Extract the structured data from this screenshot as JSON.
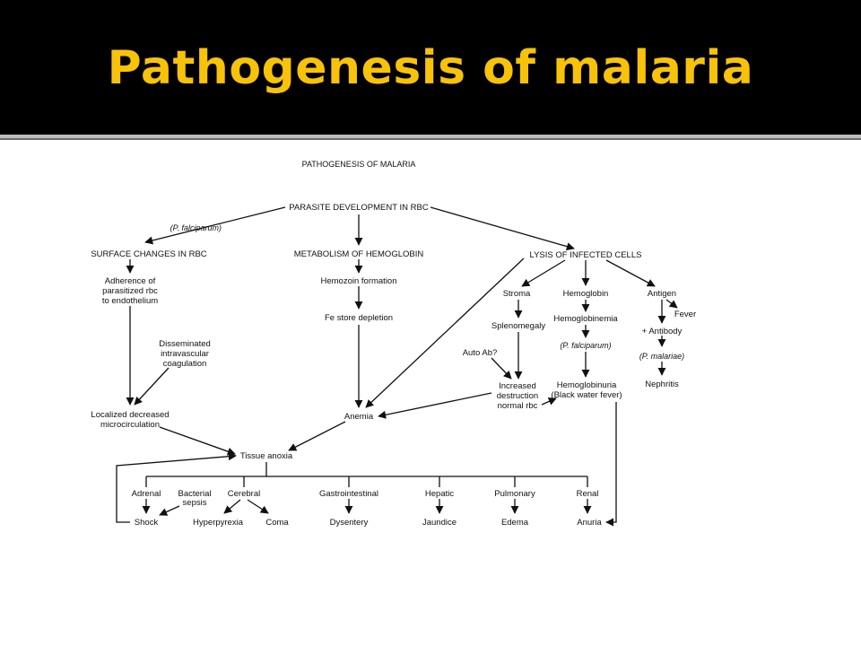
{
  "slide": {
    "title": "Pathogenesis of malaria",
    "title_color": "#f7c20a",
    "background": "#000000"
  },
  "diagram": {
    "heading": "PATHOGENESIS OF MALARIA",
    "parasite_dev": "PARASITE DEVELOPMENT IN RBC",
    "p_falciparum_1": "(P. falciparum)",
    "surface_changes": "SURFACE CHANGES IN RBC",
    "metabolism": "METABOLISM OF HEMOGLOBIN",
    "lysis": "LYSIS OF INFECTED CELLS",
    "adherence": [
      "Adherence of",
      "parasitized rbc",
      "to endothelium"
    ],
    "hemozoin": "Hemozoin formation",
    "fe_store": "Fe store depletion",
    "stroma": "Stroma",
    "hemoglobin": "Hemoglobin",
    "antigen": "Antigen",
    "fever": "Fever",
    "splenomegaly": "Splenomegaly",
    "hemoglobinemia": "Hemoglobinemia",
    "antibody": "+ Antibody",
    "p_falciparum_2": "(P. falciparum)",
    "p_malariae": "(P. malariae)",
    "dic": [
      "Disseminated",
      "intravascular",
      "coagulation"
    ],
    "auto_ab": "Auto Ab?",
    "increased_destruction": [
      "Increased",
      "destruction",
      "normal rbc"
    ],
    "hemoglobinuria": [
      "Hemoglobinuria",
      "(Black water fever)"
    ],
    "nephritis": "Nephritis",
    "localized": [
      "Localized decreased",
      "microcirculation"
    ],
    "anemia": "Anemia",
    "tissue_anoxia": "Tissue anoxia",
    "adrenal": "Adrenal",
    "bacterial_sepsis": [
      "Bacterial",
      "sepsis"
    ],
    "cerebral": "Cerebral",
    "gastrointestinal": "Gastrointestinal",
    "hepatic": "Hepatic",
    "pulmonary": "Pulmonary",
    "renal": "Renal",
    "shock": "Shock",
    "hyperpyrexia": "Hyperpyrexia",
    "coma": "Coma",
    "dysentery": "Dysentery",
    "jaundice": "Jaundice",
    "edema": "Edema",
    "anuria": "Anuria"
  }
}
